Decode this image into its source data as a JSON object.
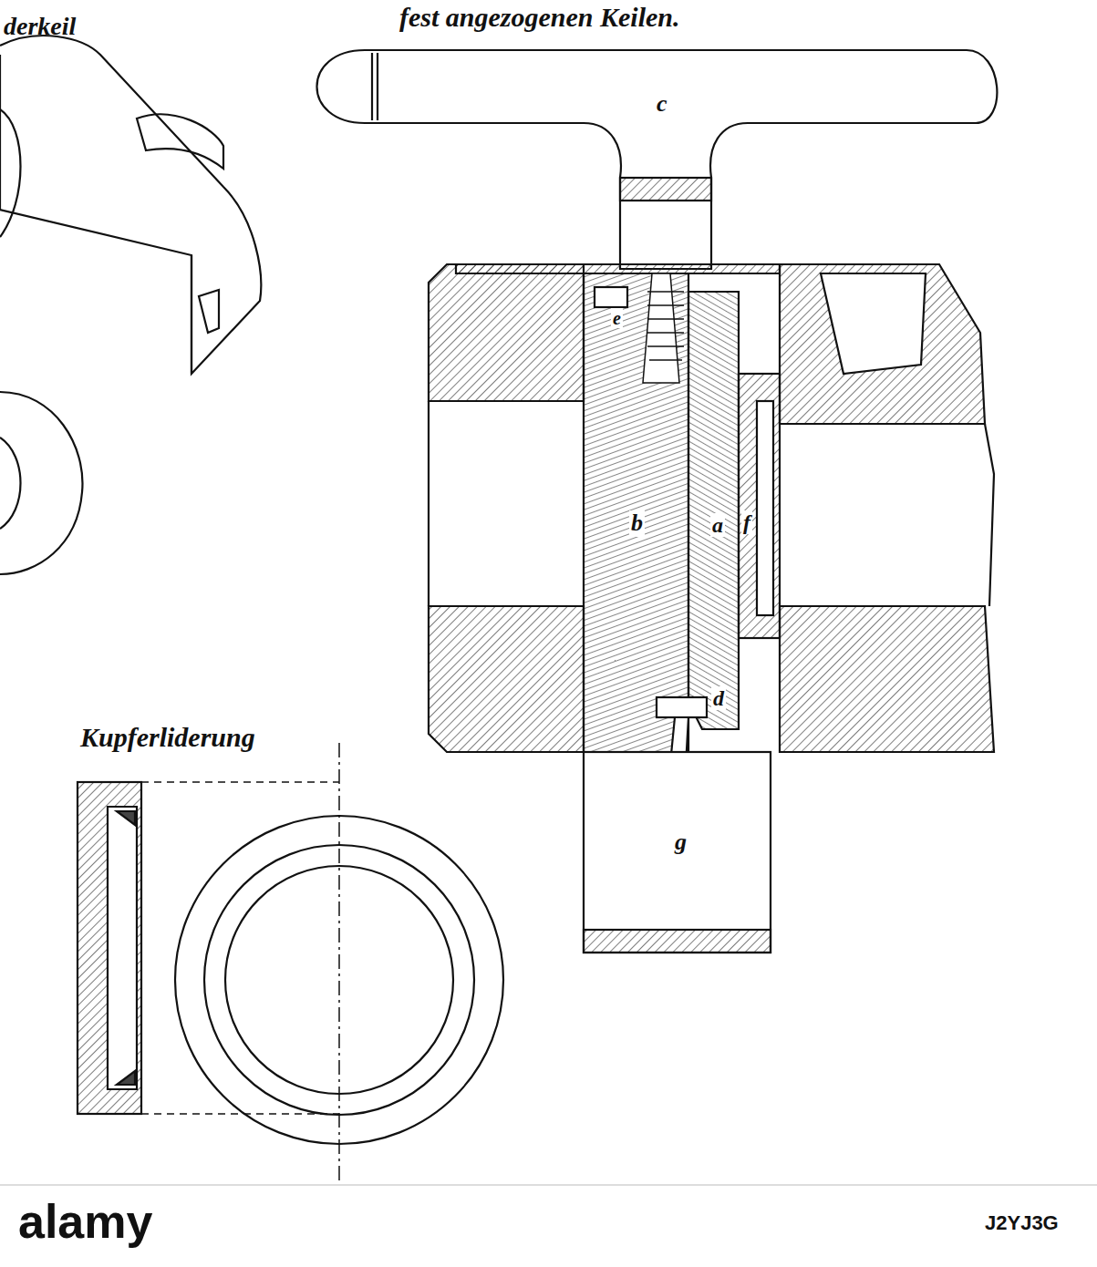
{
  "diagram": {
    "labels": [
      "derkeil",
      "fest angezogenen Keilen.",
      "c",
      "e",
      "b",
      "a",
      "f",
      "d",
      "g",
      "Kupferliderung",
      "alamy",
      "J2YJ3G"
    ]
  }
}
